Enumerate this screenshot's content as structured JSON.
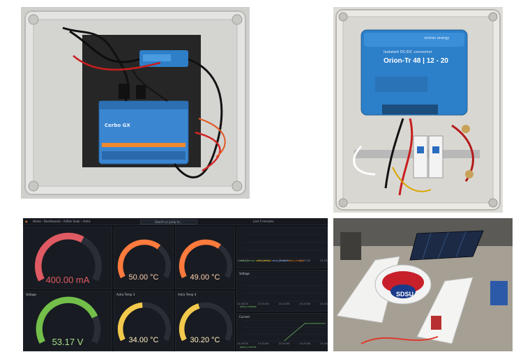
{
  "photos": {
    "cerbo": {
      "label": "Cerbo GX"
    },
    "orion": {
      "brand": "victron energy",
      "product": "Orion-Tr 48 | 12 - 20",
      "subtitle": "Isolated DC/DC converter"
    },
    "boat": {
      "hull_text": "SDSU"
    }
  },
  "dashboard": {
    "breadcrumb": "Home › Dashboards › Aztlán Solar › Astra",
    "search_placeholder": "Search or jump to...",
    "time_range": "Last 5 minutes",
    "gauges": {
      "current": {
        "title": "",
        "value": "400.00 mA",
        "level": 0.62,
        "color": "#e05a63"
      },
      "temp1": {
        "title": "",
        "value": "50.00 °C",
        "level": 0.66,
        "color": "#ff7a3d"
      },
      "temp2": {
        "title": "",
        "value": "49.00 °C",
        "level": 0.65,
        "color": "#ff7a3d"
      },
      "voltage": {
        "title": "Voltage",
        "value": "53.17 V",
        "level": 0.78,
        "color": "#73bf4a"
      },
      "temp3": {
        "title": "Astra Temp 3",
        "value": "34.00 °C",
        "level": 0.48,
        "color": "#f2c94c"
      },
      "temp4": {
        "title": "Astra Temp 4",
        "value": "30.20 °C",
        "level": 0.43,
        "color": "#f2c94c"
      }
    },
    "timeseries": {
      "temps": {
        "title": "",
        "times": [
          "21:20:00",
          "21:21:00",
          "21:22:00",
          "21:23:00",
          "21:24:00"
        ],
        "legend": [
          "astra_temp1",
          "astra_temp2",
          "astra_temp3",
          "astra_temp4"
        ]
      },
      "voltage": {
        "title": "Voltage",
        "times": [
          "21:20:00",
          "21:21:00",
          "21:22:00",
          "21:23:00",
          "21:24:00"
        ],
        "legend": [
          "astra_voltage"
        ]
      },
      "current": {
        "title": "Current",
        "times": [
          "21:20:00",
          "21:21:00",
          "21:22:00",
          "21:23:00",
          "21:24:00"
        ],
        "legend": [
          "astra_current"
        ]
      }
    }
  }
}
